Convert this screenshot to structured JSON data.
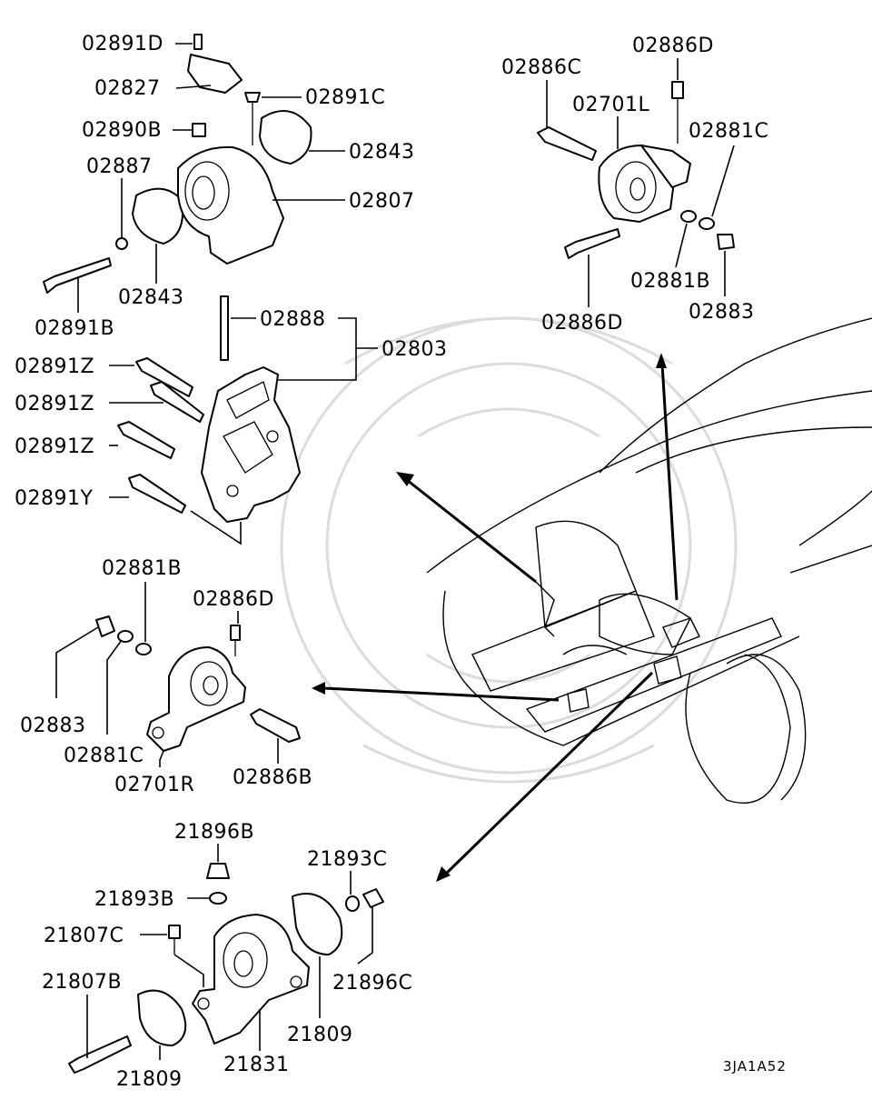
{
  "diagram": {
    "code": "3JA1A52",
    "callouts": [
      {
        "id": "c1",
        "label": "02891D"
      },
      {
        "id": "c2",
        "label": "02827"
      },
      {
        "id": "c3",
        "label": "02891C"
      },
      {
        "id": "c4",
        "label": "02890B"
      },
      {
        "id": "c5",
        "label": "02843"
      },
      {
        "id": "c6",
        "label": "02887"
      },
      {
        "id": "c7",
        "label": "02807"
      },
      {
        "id": "c8",
        "label": "02843"
      },
      {
        "id": "c9",
        "label": "02891B"
      },
      {
        "id": "c10",
        "label": "02888"
      },
      {
        "id": "c11",
        "label": "02803"
      },
      {
        "id": "c12",
        "label": "02891Z"
      },
      {
        "id": "c13",
        "label": "02891Z"
      },
      {
        "id": "c14",
        "label": "02891Z"
      },
      {
        "id": "c15",
        "label": "02891Y"
      },
      {
        "id": "c16",
        "label": "02886D"
      },
      {
        "id": "c17",
        "label": "02886C"
      },
      {
        "id": "c18",
        "label": "02701L"
      },
      {
        "id": "c19",
        "label": "02881C"
      },
      {
        "id": "c20",
        "label": "02881B"
      },
      {
        "id": "c21",
        "label": "02883"
      },
      {
        "id": "c22",
        "label": "02886D"
      },
      {
        "id": "c23",
        "label": "02881B"
      },
      {
        "id": "c24",
        "label": "02886D"
      },
      {
        "id": "c25",
        "label": "02883"
      },
      {
        "id": "c26",
        "label": "02881C"
      },
      {
        "id": "c27",
        "label": "02701R"
      },
      {
        "id": "c28",
        "label": "02886B"
      },
      {
        "id": "c29",
        "label": "21896B"
      },
      {
        "id": "c30",
        "label": "21893C"
      },
      {
        "id": "c31",
        "label": "21893B"
      },
      {
        "id": "c32",
        "label": "21807C"
      },
      {
        "id": "c33",
        "label": "21896C"
      },
      {
        "id": "c34",
        "label": "21807B"
      },
      {
        "id": "c35",
        "label": "21809"
      },
      {
        "id": "c36",
        "label": "21809"
      },
      {
        "id": "c37",
        "label": "21831"
      }
    ]
  }
}
